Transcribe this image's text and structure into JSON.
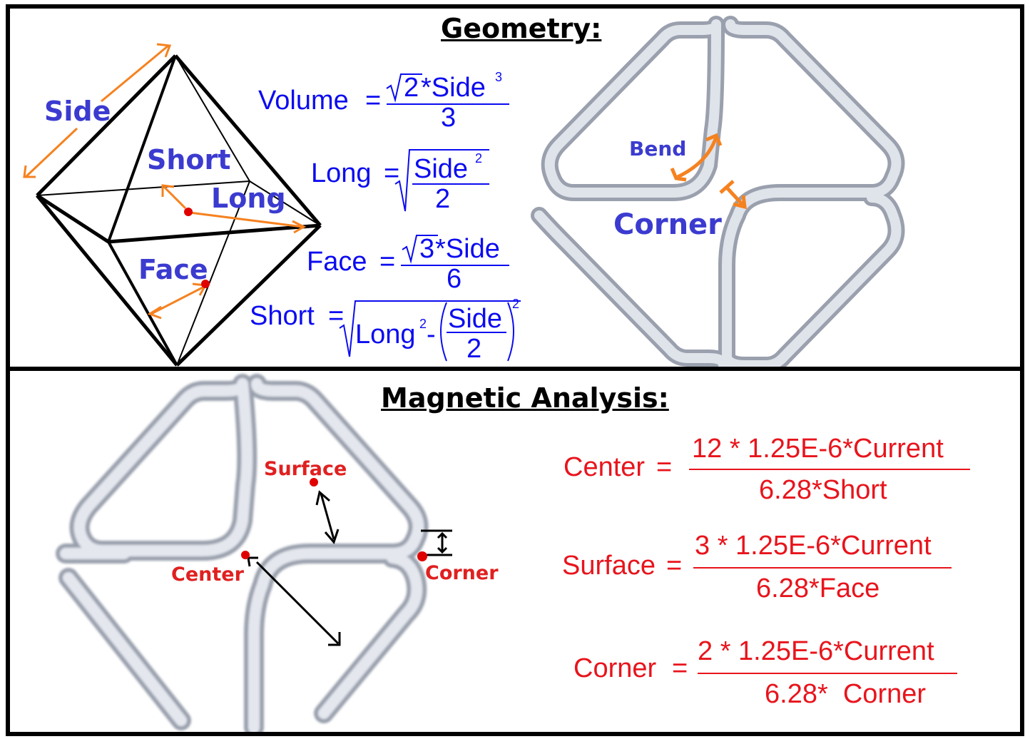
{
  "geometry": {
    "title": "Geometry:",
    "labels": {
      "side": "Side",
      "short": "Short",
      "long": "Long",
      "face": "Face",
      "bend": "Bend",
      "corner": "Corner"
    },
    "formulas": {
      "volume": {
        "lhs": "Volume",
        "root": "2",
        "num_rest": "*Side",
        "exp": "3",
        "den": "3"
      },
      "long": {
        "lhs": "Long",
        "num": "Side",
        "exp": "2",
        "den": "2"
      },
      "face": {
        "lhs": "Face",
        "root": "3",
        "num_rest": "*Side",
        "den": "6"
      },
      "short": {
        "lhs": "Short",
        "a": "Long",
        "a_exp": "2",
        "minus": "-",
        "num": "Side",
        "den": "2",
        "exp": "2"
      }
    }
  },
  "magnetic": {
    "title": "Magnetic Analysis:",
    "labels": {
      "surface": "Surface",
      "center": "Center",
      "corner": "Corner"
    },
    "formulas": [
      {
        "lhs": "Center",
        "num": "12 * 1.25E-6*Current",
        "den": "6.28*Short"
      },
      {
        "lhs": "Surface",
        "num": "3 * 1.25E-6*Current",
        "den": "6.28*Face"
      },
      {
        "lhs": "Corner",
        "num": "2 * 1.25E-6*Current",
        "den": "6.28*  Corner"
      }
    ]
  },
  "colors": {
    "blue_text": "#0c0cf0",
    "label_blue": "#3b3bd0",
    "red": "#e8141c",
    "orange": "#f58220",
    "tube": "#c4cad6"
  }
}
